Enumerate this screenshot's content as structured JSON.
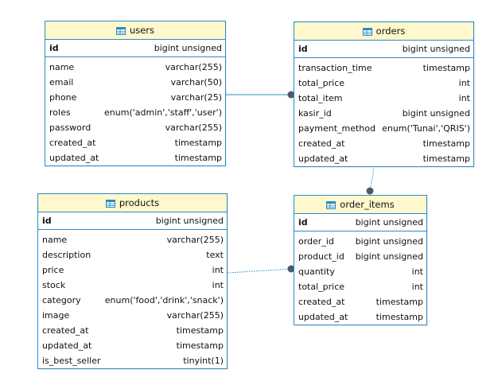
{
  "tables": {
    "users": {
      "name": "users",
      "pk": {
        "name": "id",
        "type": "bigint unsigned"
      },
      "columns": [
        {
          "name": "name",
          "type": "varchar(255)"
        },
        {
          "name": "email",
          "type": "varchar(50)"
        },
        {
          "name": "phone",
          "type": "varchar(25)"
        },
        {
          "name": "roles",
          "type": "enum('admin','staff','user')"
        },
        {
          "name": "password",
          "type": "varchar(255)"
        },
        {
          "name": "created_at",
          "type": "timestamp"
        },
        {
          "name": "updated_at",
          "type": "timestamp"
        }
      ]
    },
    "orders": {
      "name": "orders",
      "pk": {
        "name": "id",
        "type": "bigint unsigned"
      },
      "columns": [
        {
          "name": "transaction_time",
          "type": "timestamp"
        },
        {
          "name": "total_price",
          "type": "int"
        },
        {
          "name": "total_item",
          "type": "int"
        },
        {
          "name": "kasir_id",
          "type": "bigint unsigned"
        },
        {
          "name": "payment_method",
          "type": "enum('Tunai','QRIS')"
        },
        {
          "name": "created_at",
          "type": "timestamp"
        },
        {
          "name": "updated_at",
          "type": "timestamp"
        }
      ]
    },
    "products": {
      "name": "products",
      "pk": {
        "name": "id",
        "type": "bigint unsigned"
      },
      "columns": [
        {
          "name": "name",
          "type": "varchar(255)"
        },
        {
          "name": "description",
          "type": "text"
        },
        {
          "name": "price",
          "type": "int"
        },
        {
          "name": "stock",
          "type": "int"
        },
        {
          "name": "category",
          "type": "enum('food','drink','snack')"
        },
        {
          "name": "image",
          "type": "varchar(255)"
        },
        {
          "name": "created_at",
          "type": "timestamp"
        },
        {
          "name": "updated_at",
          "type": "timestamp"
        },
        {
          "name": "is_best_seller",
          "type": "tinyint(1)"
        }
      ]
    },
    "order_items": {
      "name": "order_items",
      "pk": {
        "name": "id",
        "type": "bigint unsigned"
      },
      "columns": [
        {
          "name": "order_id",
          "type": "bigint unsigned"
        },
        {
          "name": "product_id",
          "type": "bigint unsigned"
        },
        {
          "name": "quantity",
          "type": "int"
        },
        {
          "name": "total_price",
          "type": "int"
        },
        {
          "name": "created_at",
          "type": "timestamp"
        },
        {
          "name": "updated_at",
          "type": "timestamp"
        }
      ]
    }
  },
  "relations": [
    {
      "from": "users.id",
      "to": "orders.kasir_id",
      "style": "solid"
    },
    {
      "from": "orders.id",
      "to": "order_items.order_id",
      "style": "dotted"
    },
    {
      "from": "products.id",
      "to": "order_items.product_id",
      "style": "dotted"
    }
  ],
  "colors": {
    "border": "#2a8cc4",
    "header_bg": "#fff8cc",
    "relation_line": "#2a8cc4",
    "relation_end": "#4a5a6a"
  },
  "icons": {
    "table": "table-icon"
  }
}
